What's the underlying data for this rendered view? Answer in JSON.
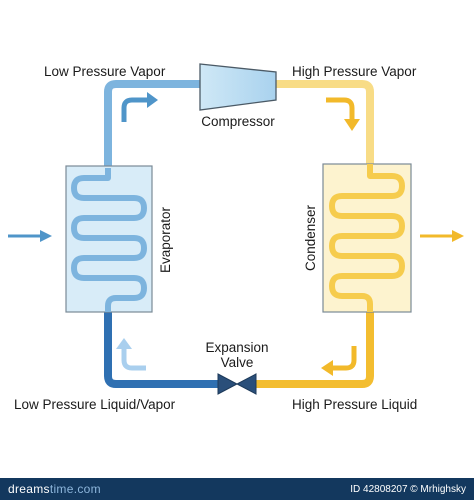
{
  "labels": {
    "low_pressure_vapor": "Low Pressure Vapor",
    "high_pressure_vapor": "High Pressure Vapor",
    "compressor": "Compressor",
    "evaporator": "Evaporator",
    "condenser": "Condenser",
    "expansion_valve_line1": "Expansion",
    "expansion_valve_line2": "Valve",
    "low_pressure_liquid_vapor": "Low Pressure Liquid/Vapor",
    "high_pressure_liquid": "High Pressure Liquid"
  },
  "footer": {
    "logo_main": "dreams",
    "logo_suffix": "time.com",
    "id_text": "ID 42808207 © Mrhighsky"
  },
  "colors": {
    "cold_pipe": "#6fa9d8",
    "cold_pipe_dark": "#2e6fb0",
    "hot_pipe": "#f5c33b",
    "hot_pipe_light": "#f7dd7c",
    "evaporator_box": "#d8ecf8",
    "condenser_box": "#fdf3cf",
    "compressor_fill": "#bfe0f3",
    "valve_fill": "#2a4f7a",
    "footer_bg": "#13385e"
  }
}
